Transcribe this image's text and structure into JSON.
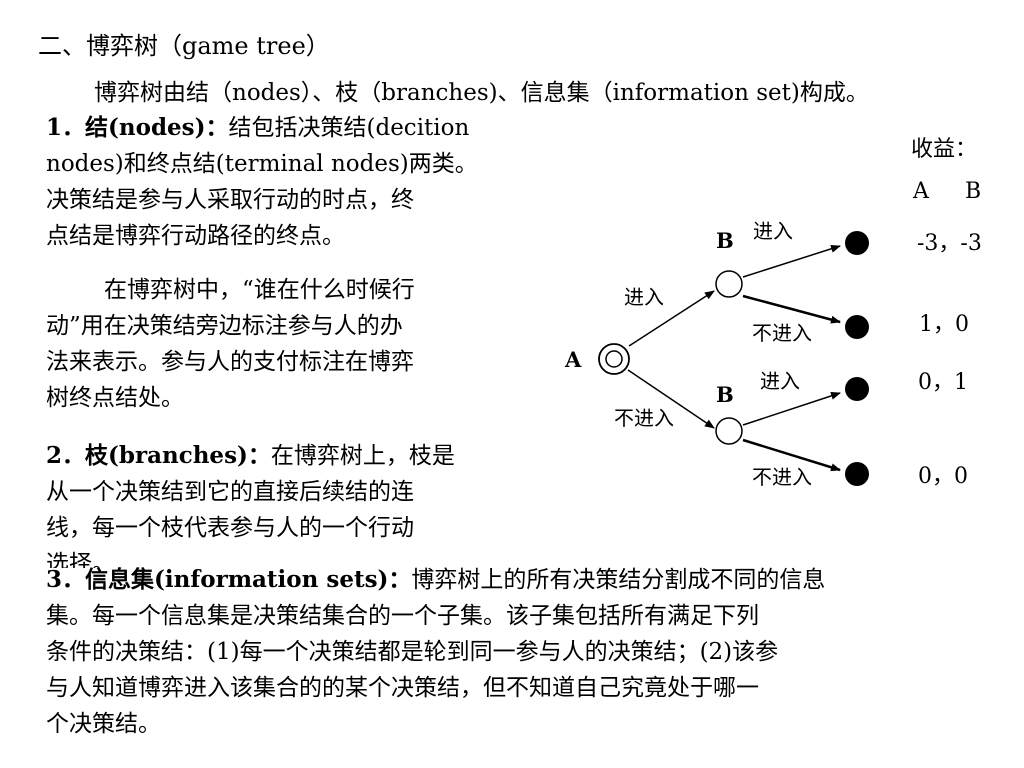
{
  "title": "二、博弈树（game tree）",
  "intro": "博弈树由结（nodes）、枝（branches)、信息集（information set)构成。",
  "section1": {
    "heading": "1．结(nodes)：",
    "lines": [
      "结包括决策结(decition",
      "nodes)和终点结(terminal nodes)两类。",
      "决策结是参与人采取行动的时点，终",
      "点结是博弈行动路径的终点。"
    ]
  },
  "section1b": {
    "lines": [
      "在博弈树中，“谁在什么时候行",
      "动”用在决策结旁边标注参与人的办",
      "法来表示。参与人的支付标注在博弈",
      "树终点结处。"
    ]
  },
  "section2": {
    "heading": "2．枝(branches)：",
    "lines": [
      "在博弈树上，枝是",
      "从一个决策结到它的直接后续结的连",
      "线，每一个枝代表参与人的一个行动",
      "选择。"
    ]
  },
  "section3": {
    "heading": "3．信息集(information sets)：",
    "lines": [
      "博弈树上的所有决策结分割成不同的信息",
      "集。每一个信息集是决策结集合的一个子集。该子集包括所有满足下列",
      "条件的决策结：(1)每一个决策结都是轮到同一参与人的决策结；(2)该参",
      "与人知道博弈进入该集合的的某个决策结，但不知道自己究竟处于哪一",
      "个决策结。"
    ]
  },
  "tree": {
    "payoff_title": "收益：",
    "payoff_header_a": "A",
    "payoff_header_b": "B",
    "root_label": "A",
    "node_b1_label": "B",
    "node_b2_label": "B",
    "edge_root_enter": "进入",
    "edge_root_not_enter": "不进入",
    "edge_b1_enter": "进入",
    "edge_b1_not_enter": "不进入",
    "edge_b2_enter": "进入",
    "edge_b2_not_enter": "不进入",
    "payoffs": [
      "-3，-3",
      "1，0",
      "0，1",
      "0，0"
    ]
  }
}
